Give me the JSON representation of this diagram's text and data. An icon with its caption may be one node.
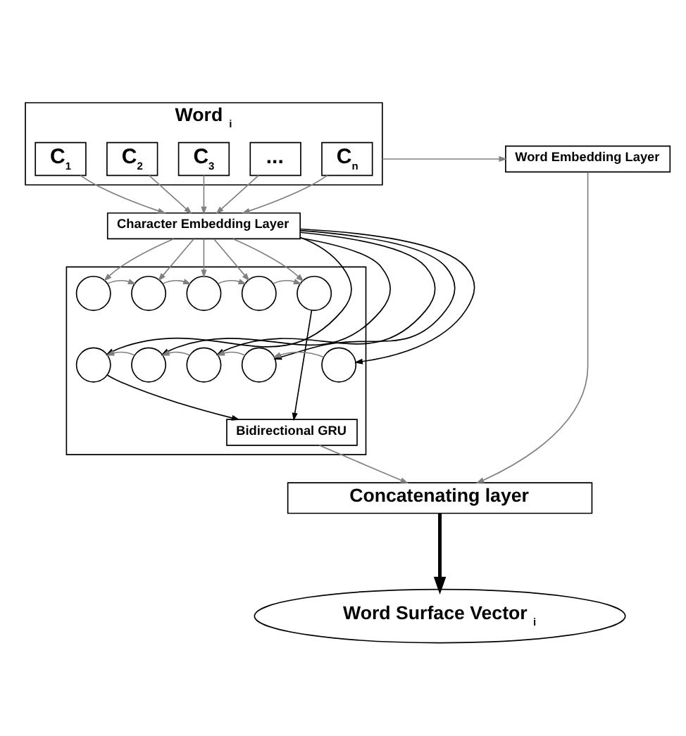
{
  "diagram": {
    "nodes": [
      {
        "text": [
          "Word $_{i}$"
        ]
      },
      {
        "text": [
          "C$_{1}$"
        ],
        "in": 0
      },
      {
        "text": [
          "C$_{2}$"
        ],
        "in": 0
      },
      {
        "text": [
          "C$_{3}$"
        ],
        "in": 0
      },
      {
        "text": [
          "..."
        ],
        "in": 0
      },
      {
        "text": [
          "C$_{n}$"
        ],
        "in": 0
      },
      {
        "text": [
          "Word Embedding Layer"
        ]
      },
      {
        "text": [
          "Character Embedding Layer"
        ]
      },
      {
        "text": [],
        "shape": "box"
      },
      {
        "text": [],
        "shape": "circle",
        "in": 8
      },
      {
        "text": [],
        "shape": "circle",
        "in": 8
      },
      {
        "text": [],
        "shape": "circle",
        "in": 8
      },
      {
        "text": [],
        "shape": "circle",
        "in": 8
      },
      {
        "text": [],
        "shape": "circle",
        "in": 8
      },
      {
        "text": [],
        "shape": "circle",
        "in": 8
      },
      {
        "text": [],
        "shape": "circle",
        "in": 8
      },
      {
        "text": [],
        "shape": "circle",
        "in": 8
      },
      {
        "text": [],
        "shape": "circle",
        "in": 8
      },
      {
        "text": [],
        "shape": "circle",
        "in": 8
      },
      {
        "text": [
          "Bidirectional GRU"
        ],
        "in": 8
      },
      {
        "text": [
          "Concatenating layer"
        ]
      },
      {
        "text": [
          "Word Surface Vector $_{i}$"
        ]
      }
    ],
    "edges": [
      {
        "from": 0,
        "to": 6,
        "arrow": "to"
      },
      {
        "from": 1,
        "to": 7,
        "arrow": "to"
      },
      {
        "from": 2,
        "to": 7,
        "arrow": "to"
      },
      {
        "from": 3,
        "to": 7,
        "arrow": "to"
      },
      {
        "from": 4,
        "to": 7,
        "arrow": "to"
      },
      {
        "from": 5,
        "to": 7,
        "arrow": "to"
      },
      {
        "from": 7,
        "to": 9,
        "arrow": "to"
      },
      {
        "from": 7,
        "to": 10,
        "arrow": "to"
      },
      {
        "from": 7,
        "to": 11,
        "arrow": "to"
      },
      {
        "from": 7,
        "to": 12,
        "arrow": "to"
      },
      {
        "from": 7,
        "to": 13,
        "arrow": "to"
      },
      {
        "from": 7,
        "to": 14,
        "arrow": "to",
        "color": "#000000"
      },
      {
        "from": 7,
        "to": 15,
        "arrow": "to",
        "color": "#000000"
      },
      {
        "from": 7,
        "to": 16,
        "arrow": "to",
        "color": "#000000"
      },
      {
        "from": 7,
        "to": 17,
        "arrow": "to",
        "color": "#000000"
      },
      {
        "from": 7,
        "to": 18,
        "arrow": "to",
        "color": "#000000"
      },
      {
        "from": 9,
        "to": 10,
        "arrow": "to"
      },
      {
        "from": 10,
        "to": 11,
        "arrow": "to"
      },
      {
        "from": 11,
        "to": 12,
        "arrow": "to"
      },
      {
        "from": 12,
        "to": 13,
        "arrow": "to"
      },
      {
        "from": 18,
        "to": 17,
        "arrow": "to"
      },
      {
        "from": 17,
        "to": 16,
        "arrow": "to"
      },
      {
        "from": 16,
        "to": 15,
        "arrow": "to"
      },
      {
        "from": 15,
        "to": 14,
        "arrow": "to"
      },
      {
        "from": 14,
        "to": 19,
        "arrow": "to",
        "color": "#000000"
      },
      {
        "from": 13,
        "to": 19,
        "arrow": "to",
        "color": "#000000"
      },
      {
        "from": 19,
        "to": 20,
        "arrow": "to"
      },
      {
        "from": 6,
        "to": 20,
        "arrow": "to"
      },
      {
        "from": 20,
        "to": 21,
        "arrow": "to",
        "style": "thick",
        "color": "#000000"
      }
    ]
  }
}
